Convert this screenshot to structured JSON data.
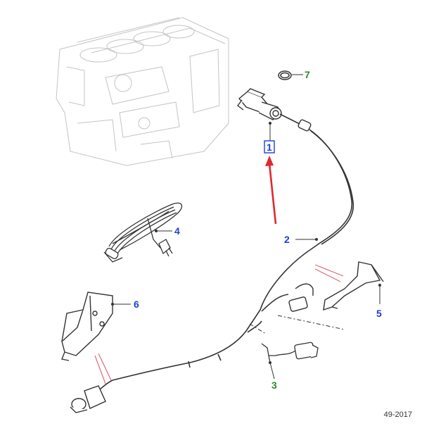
{
  "callouts": [
    {
      "id": "1",
      "label": "1",
      "color": "#1f3fd1"
    },
    {
      "id": "2",
      "label": "2",
      "color": "#1f3fd1"
    },
    {
      "id": "3",
      "label": "3",
      "color": "#2a8a2a"
    },
    {
      "id": "4",
      "label": "4",
      "color": "#1f3fd1"
    },
    {
      "id": "5",
      "label": "5",
      "color": "#1f3fd1"
    },
    {
      "id": "6",
      "label": "6",
      "color": "#1f3fd1"
    },
    {
      "id": "7",
      "label": "7",
      "color": "#2a8a2a"
    }
  ],
  "reference_code": "49-2017",
  "colors": {
    "line": "#333333",
    "ghost": "#c4c4c4",
    "pointer_arrow": "#e0282e",
    "leader_pink": "#e06a7a",
    "highlight_box": "#1f3fd1"
  }
}
